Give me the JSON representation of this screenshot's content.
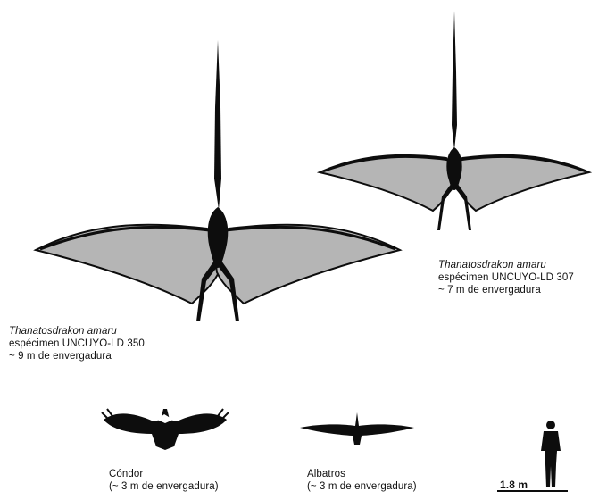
{
  "specimens": [
    {
      "name": "Thanatosdrakon amaru",
      "specimen": "espécimen UNCUYO-LD 350",
      "wingspan": "~ 9 m de envergadura"
    },
    {
      "name": "Thanatosdrakon amaru",
      "specimen": "espécimen UNCUYO-LD 307",
      "wingspan": "~ 7 m de envergadura"
    }
  ],
  "comparisons": [
    {
      "name": "Cóndor",
      "wingspan": "(~ 3 m de envergadura)"
    },
    {
      "name": "Albatros",
      "wingspan": "(~ 3 m de envergadura)"
    }
  ],
  "scale_bar": {
    "label": "1.8 m"
  },
  "colors": {
    "membrane": "#b5b5b5",
    "body": "#0d0d0d",
    "outline": "#ffffff"
  },
  "icons": [
    "pterosaur-large-silhouette",
    "pterosaur-medium-silhouette",
    "condor-silhouette",
    "albatross-silhouette",
    "human-silhouette"
  ]
}
